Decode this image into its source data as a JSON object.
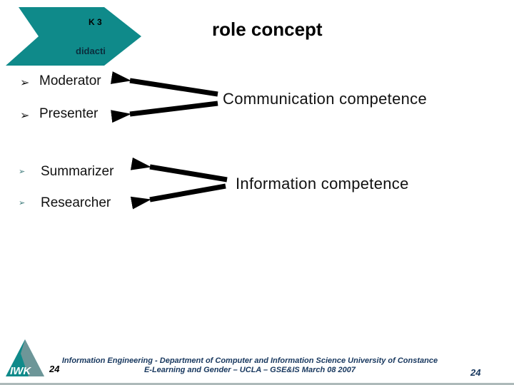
{
  "banner": {
    "line1": "K 3",
    "line2": "didacti"
  },
  "title": "role concept",
  "bullets": {
    "large": "➢",
    "small": "➢"
  },
  "groups": [
    {
      "competence": "Communication competence",
      "roles": [
        "Moderator",
        "Presenter"
      ]
    },
    {
      "competence": "Information competence",
      "roles": [
        "Summarizer",
        "Researcher"
      ]
    }
  ],
  "footer": {
    "line1": "Information Engineering - Department of Computer and Information Science University of Constance",
    "line2": "E-Learning and Gender – UCLA – GSE&IS March 08 2007",
    "page_left": "24",
    "page_right": "24",
    "logo_text": "IWK"
  },
  "colors": {
    "teal": "#0F8A8A",
    "logo_gray": "#8e9a9c",
    "navy": "#17375E",
    "arrow_black": "#000000"
  }
}
